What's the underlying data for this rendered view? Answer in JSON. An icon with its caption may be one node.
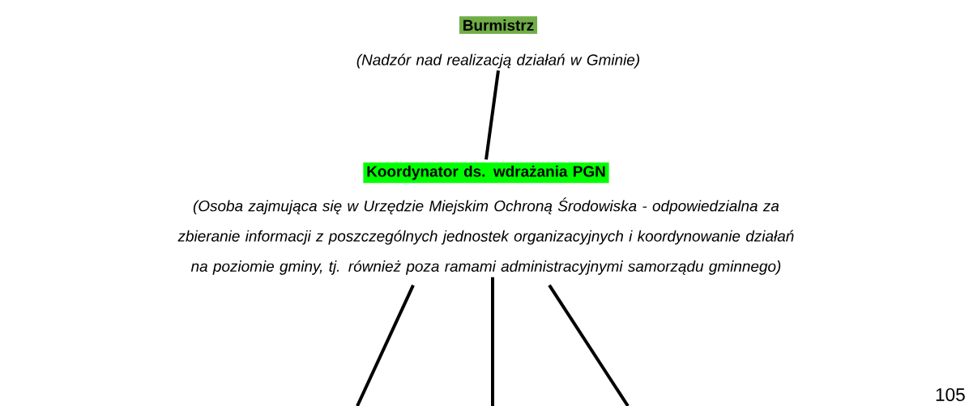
{
  "diagram": {
    "nodes": [
      {
        "text": [
          "Burmistrz",
          "(Nadzór nad realizacją działań w Gminie)"
        ]
      },
      {
        "text": [
          "Koordynator ds. wdrażania PGN",
          "(Osoba zajmująca się w Urzędzie Miejskim Ochroną Środowiska - odpowiedzialna za zbieranie informacji z poszczególnych jednostek organizacyjnych i koordynowanie działań na poziomie gminy, tj. również poza ramami administracyjnymi samorządu gminnego)"
        ]
      }
    ],
    "edges": [
      {
        "from": 0,
        "to": 1,
        "arrow": "none"
      },
      {
        "from": 1,
        "to": null,
        "arrow": "none"
      },
      {
        "from": 1,
        "to": null,
        "arrow": "none"
      },
      {
        "from": 1,
        "to": null,
        "arrow": "none"
      }
    ],
    "labels": [
      "105"
    ]
  }
}
